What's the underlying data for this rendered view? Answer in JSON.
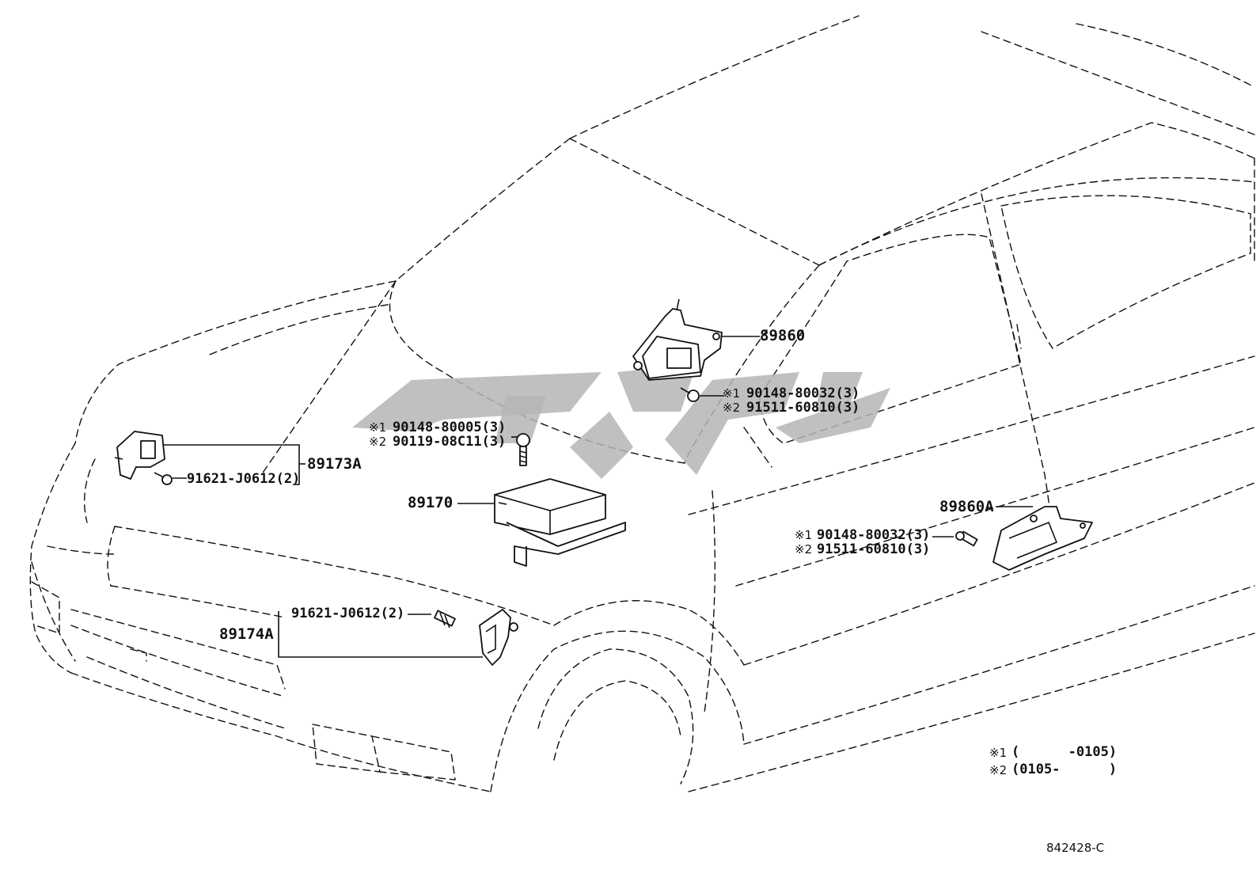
{
  "parts": {
    "p89860": "89860",
    "p89860_bolt_1_mark": "※1",
    "p89860_bolt_1": "90148-80032(3)",
    "p89860_bolt_2_mark": "※2",
    "p89860_bolt_2": "91511-60810(3)",
    "p89170": "89170",
    "p89170_bolt_1_mark": "※1",
    "p89170_bolt_1": "90148-80005(3)",
    "p89170_bolt_2_mark": "※2",
    "p89170_bolt_2": "90119-08C11(3)",
    "p89173A": "89173A",
    "p89173A_bolt": "91621-J0612(2)",
    "p89174A": "89174A",
    "p89174A_bolt": "91621-J0612(2)",
    "p89860A": "89860A",
    "p89860A_bolt_1_mark": "※1",
    "p89860A_bolt_1": "90148-80032(3)",
    "p89860A_bolt_2_mark": "※2",
    "p89860A_bolt_2": "91511-60810(3)"
  },
  "notes": {
    "note1_mark": "※1",
    "note1_text": "(      -0105)",
    "note2_mark": "※2",
    "note2_text": "(0105-      )"
  },
  "figure_id": "842428-C",
  "colors": {
    "line": "#111111",
    "watermark": "#b5b5b5",
    "background": "#ffffff"
  }
}
